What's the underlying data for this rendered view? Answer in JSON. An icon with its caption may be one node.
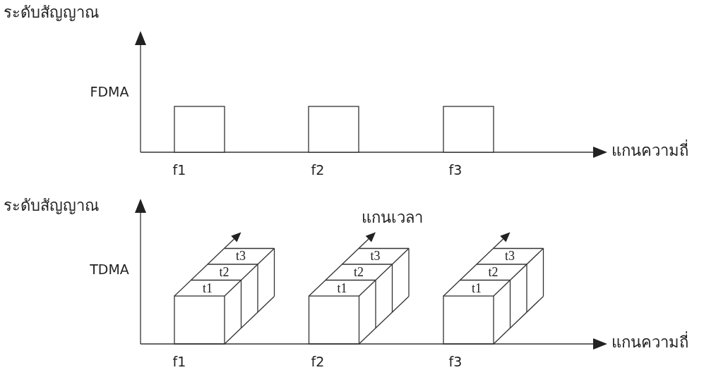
{
  "diagram": {
    "nodes": [
      {
        "text": [],
        "shape": "bar"
      },
      {
        "text": [],
        "shape": "bar"
      },
      {
        "text": [],
        "shape": "bar"
      }
    ],
    "labels": [
      "ระดับสัญญาณ",
      "FDMA",
      "แกนความถี่",
      "f1",
      "f2",
      "f3",
      "ระดับสัญญาณ",
      "แกนเวลา",
      "t3",
      "t3",
      "t3",
      "TDMA",
      "t2",
      "t2",
      "t2",
      "t1",
      "t1",
      "t1",
      "แกนความถี่",
      "f1",
      "f2",
      "f3"
    ]
  }
}
